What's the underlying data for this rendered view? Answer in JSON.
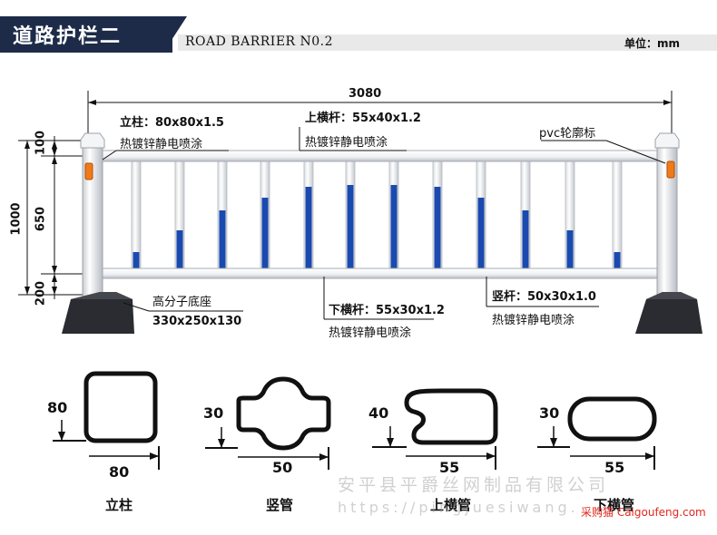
{
  "header": {
    "title": "道路护栏二",
    "subtitle": "ROAD BARRIER N0.2",
    "unit": "单位：mm"
  },
  "dimensions": {
    "total_width": "3080",
    "total_height": "1000",
    "top_segment": "100",
    "middle_segment": "650",
    "bottom_segment": "200"
  },
  "annotations": {
    "post": {
      "spec": "立柱：80x80x1.5",
      "finish": "热镀锌静电喷涂"
    },
    "top_rail": {
      "spec": "上横杆：55x40x1.2",
      "finish": "热镀锌静电喷涂"
    },
    "reflector": {
      "label": "pvc轮廓标"
    },
    "base": {
      "name": "高分子底座",
      "size": "330x250x130"
    },
    "bottom_rail": {
      "spec": "下横杆：55x30x1.2",
      "finish": "热镀锌静电喷涂"
    },
    "vertical_bar": {
      "spec": "竖杆：50x30x1.0",
      "finish": "热镀锌静电喷涂"
    }
  },
  "profiles": [
    {
      "name": "立柱",
      "height": "80",
      "width": "80"
    },
    {
      "name": "竖管",
      "height": "30",
      "width": "50"
    },
    {
      "name": "上横管",
      "height": "40",
      "width": "55"
    },
    {
      "name": "下横管",
      "height": "30",
      "width": "55"
    }
  ],
  "watermark": {
    "company": "安平县平爵丝网制品有限公司",
    "url_text": "https://pingjuesiwang.",
    "source": "采购猫 Caigoufeng.com"
  },
  "colors": {
    "header_bg": "#1d2b49",
    "blue_stripe": "#1a4ab0",
    "base": "#2a2c31"
  }
}
